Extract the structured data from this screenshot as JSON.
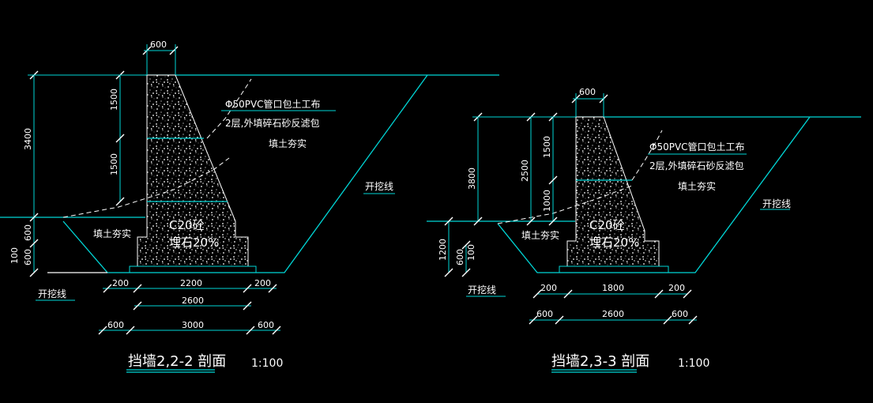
{
  "colors": {
    "background": "#000000",
    "dimension": "#00d6d6",
    "text": "#ffffff",
    "concrete": "#ffffff"
  },
  "left_section": {
    "title": "挡墙2,2-2 剖面",
    "scale": "1:100",
    "dims": {
      "top_width": "600",
      "upper_h": "1500",
      "lower_h": "1500",
      "total_h": "3400",
      "below_grade": "600",
      "footing_h": "600",
      "footing_offset": "100",
      "base_left": "200",
      "base_mid": "2200",
      "base_right": "200",
      "base_total": "2600",
      "exc_left": "600",
      "exc_mid": "3000",
      "exc_right": "600"
    },
    "labels": {
      "pipe": "Φ50PVC管口包土工布",
      "filter": "2层,外填碎石砂反滤包",
      "backfill_top": "填土夯实",
      "backfill_toe": "填土夯实",
      "concrete_1": "C20砼",
      "concrete_2": "埋石20%",
      "exc_line_right": "开挖线",
      "exc_line_left": "开挖线"
    }
  },
  "right_section": {
    "title": "挡墙2,3-3 剖面",
    "scale": "1:100",
    "dims": {
      "top_width": "600",
      "upper_h": "1500",
      "lower_h": "1000",
      "mid_h": "2500",
      "total_h": "3800",
      "below_grade": "1200",
      "footing_h": "600",
      "footing_offset": "100",
      "base_left": "200",
      "base_mid": "1800",
      "base_right": "200",
      "base_total": "2600",
      "exc_left": "600",
      "exc_right": "600"
    },
    "labels": {
      "pipe": "Φ50PVC管口包土工布",
      "filter": "2层,外填碎石砂反滤包",
      "backfill_top": "填土夯实",
      "backfill_toe": "填土夯实",
      "concrete_1": "C20砼",
      "concrete_2": "埋石20%",
      "exc_line_right": "开挖线",
      "exc_line_left": "开挖线"
    }
  }
}
